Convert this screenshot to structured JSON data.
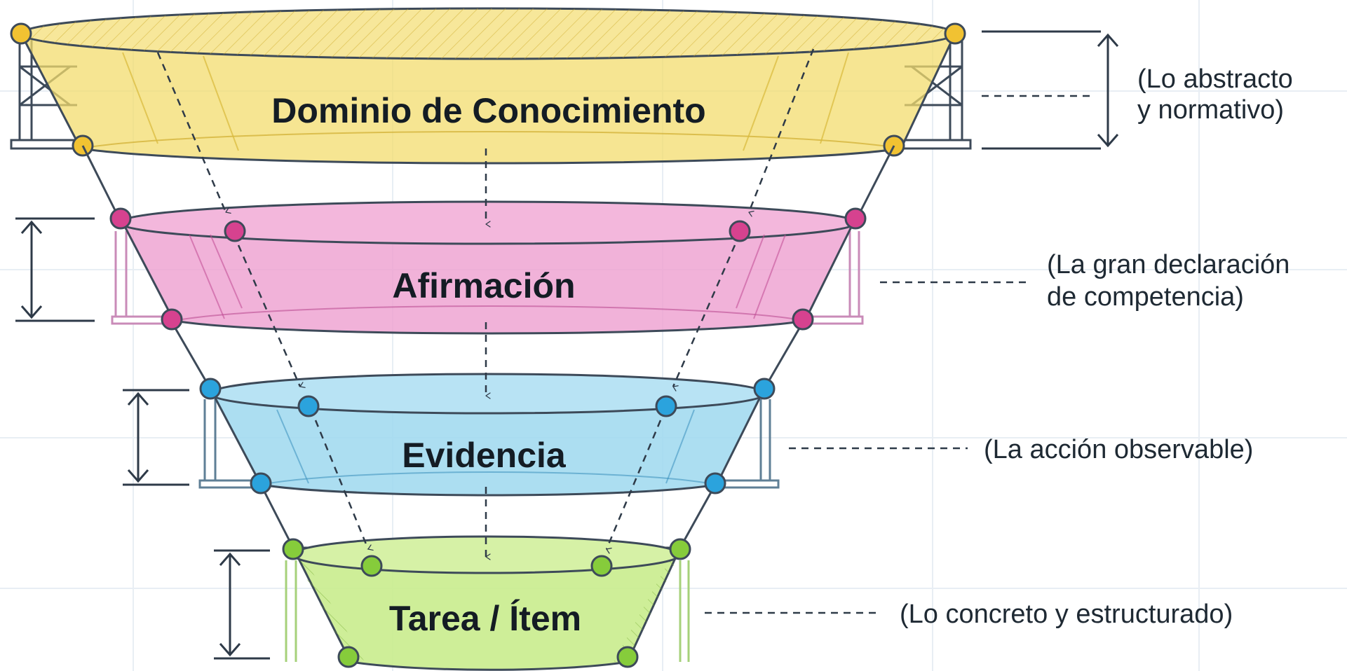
{
  "layers": [
    {
      "title": "Dominio de Conocimiento",
      "note_lines": [
        "(Lo abstracto",
        "y normativo)"
      ],
      "color": "#f3dc6e",
      "stroke": "#c9a41f",
      "dot": "#f1c232"
    },
    {
      "title": "Afirmación",
      "note_lines": [
        "(La gran declaración",
        "de competencia)"
      ],
      "color": "#ee9fd0",
      "stroke": "#b23a86",
      "dot": "#d6428f"
    },
    {
      "title": "Evidencia",
      "note_lines": [
        "(La acción observable)"
      ],
      "color": "#9ed8ef",
      "stroke": "#2b86b5",
      "dot": "#2ba3dd"
    },
    {
      "title": "Tarea / Ítem",
      "note_lines": [
        "(Lo concreto y estructurado)"
      ],
      "color": "#c9ec8d",
      "stroke": "#6fa52a",
      "dot": "#86cc3b"
    }
  ],
  "colors": {
    "background": "#ffffff",
    "ink": "#141c24",
    "line": "#3d4a59",
    "grid": "#e8eef4"
  }
}
